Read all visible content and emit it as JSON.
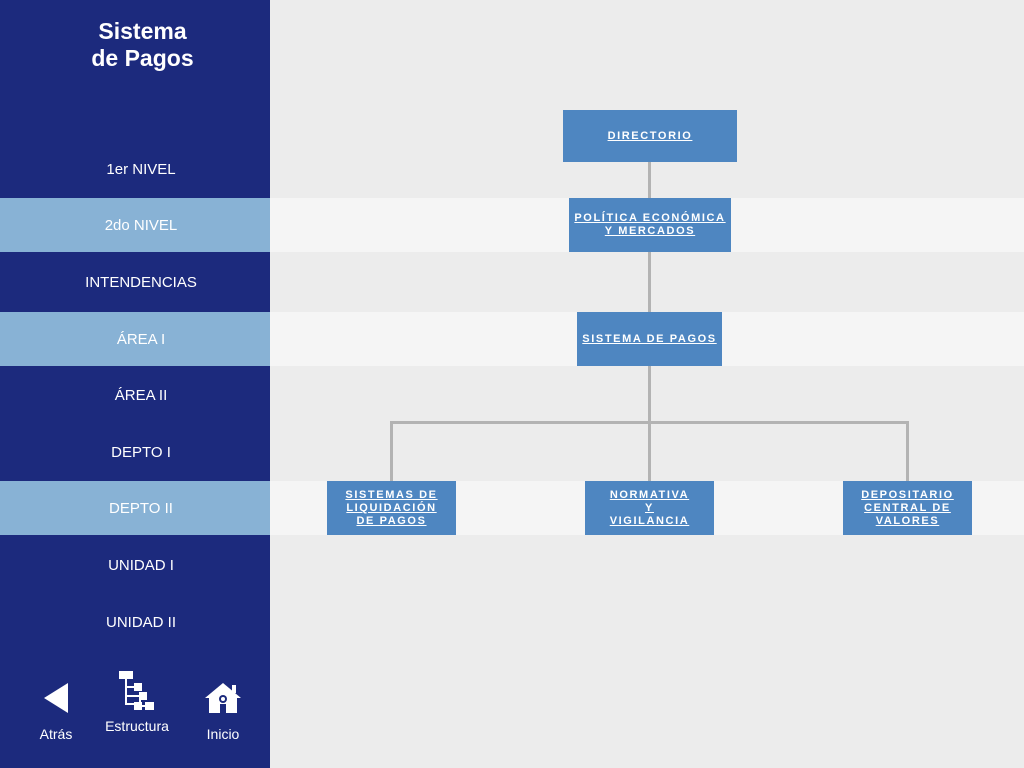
{
  "sidebar": {
    "title_line1": "Sistema",
    "title_line2": "de Pagos",
    "levels": [
      {
        "label": "1er NIVEL"
      },
      {
        "label": "2do NIVEL"
      },
      {
        "label": "INTENDENCIAS"
      },
      {
        "label": "ÁREA I"
      },
      {
        "label": "ÁREA II"
      },
      {
        "label": "DEPTO I"
      },
      {
        "label": "DEPTO II"
      },
      {
        "label": "UNIDAD I"
      },
      {
        "label": "UNIDAD II"
      }
    ],
    "highlighted_levels": [
      "2do NIVEL",
      "ÁREA I",
      "DEPTO II"
    ],
    "nav": {
      "back_label": "Atrás",
      "back_icon": "back-arrow-icon",
      "structure_label": "Estructura",
      "structure_icon": "org-chart-icon",
      "home_label": "Inicio",
      "home_icon": "home-icon"
    }
  },
  "org_chart": {
    "directorio": "DIRECTORIO",
    "politica": "POLÍTICA ECONÓMICA\nY MERCADOS",
    "sistema_pagos": "SISTEMA DE PAGOS",
    "children": [
      {
        "label": "SISTEMAS DE\nLIQUIDACIÓN\nDE PAGOS"
      },
      {
        "label": "NORMATIVA\nY\nVIGILANCIA"
      },
      {
        "label": "DEPOSITARIO\nCENTRAL DE\nVALORES"
      }
    ]
  },
  "colors": {
    "sidebar_bg": "#1c2a7d",
    "highlight": "#88b2d5",
    "box_bg": "#4e86c1",
    "connector": "#b3b3b3",
    "background": "#ececec",
    "band": "#f5f5f5"
  }
}
